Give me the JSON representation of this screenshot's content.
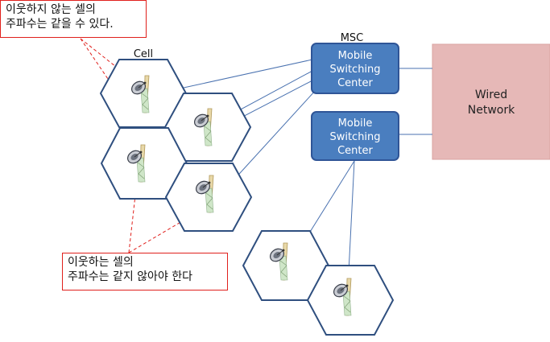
{
  "notes": {
    "top": {
      "line1": "이웃하지 않는 셀의",
      "line2": "주파수는 같을 수 있다."
    },
    "bottom": {
      "line1": "이웃하는 셀의",
      "line2": "주파수는 같지 않아야 한다"
    }
  },
  "labels": {
    "cell": "Cell",
    "msc": "MSC"
  },
  "msc_boxes": [
    {
      "line1": "Mobile",
      "line2": "Switching",
      "line3": "Center"
    },
    {
      "line1": "Mobile",
      "line2": "Switching",
      "line3": "Center"
    }
  ],
  "wired_network": {
    "line1": "Wired",
    "line2": "Network"
  },
  "colors": {
    "msc_fill": "#4a7ebf",
    "msc_stroke": "#2f5597",
    "hex_stroke": "#2f4f7f",
    "link": "#4a72b0",
    "wired_fill": "#e6b8b7",
    "note_border": "#e0201c",
    "dashed": "#e0201c"
  },
  "icons": {
    "antenna": "dish-antenna-icon"
  }
}
